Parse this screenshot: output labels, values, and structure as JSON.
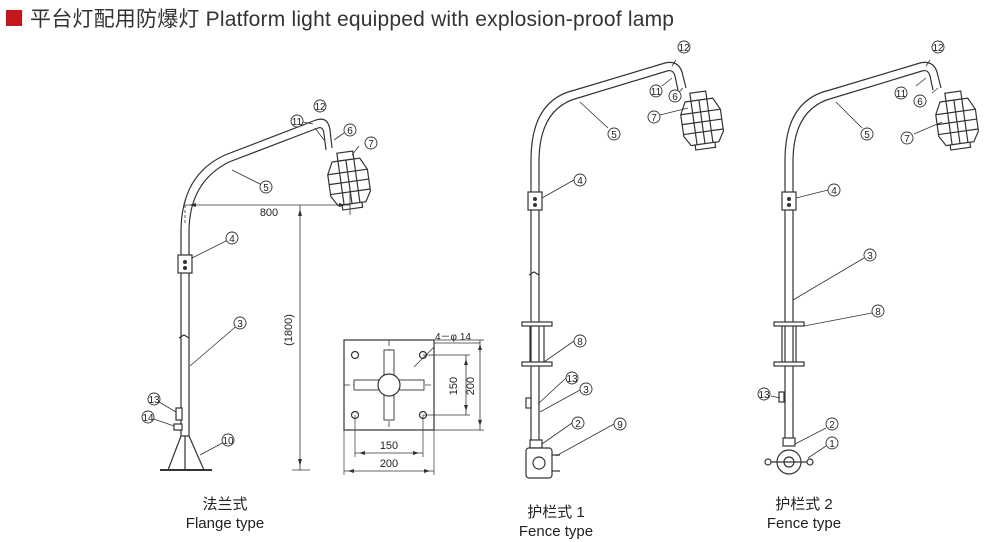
{
  "header": {
    "title": "平台灯配用防爆灯 Platform light equipped with explosion-proof lamp",
    "marker_color": "#c8161d"
  },
  "figures": {
    "flange": {
      "caption_cn": "法兰式",
      "caption_en": "Flange type"
    },
    "fence1": {
      "caption_cn": "护栏式 1",
      "caption_en": "Fence type"
    },
    "fence2": {
      "caption_cn": "护栏式 2",
      "caption_en": "Fence type"
    }
  },
  "dimensions": {
    "d800": "800",
    "d1800": "(1800)",
    "holes": "4－φ 14",
    "v150": "150",
    "v200": "200",
    "h150": "150",
    "h200": "200"
  },
  "part_labels": {
    "n1": "1",
    "n2": "2",
    "n3": "3",
    "n4": "4",
    "n5": "5",
    "n6": "6",
    "n7": "7",
    "n8": "8",
    "n9": "9",
    "n10": "10",
    "n11": "11",
    "n12": "12",
    "n13": "13",
    "n14": "14"
  }
}
